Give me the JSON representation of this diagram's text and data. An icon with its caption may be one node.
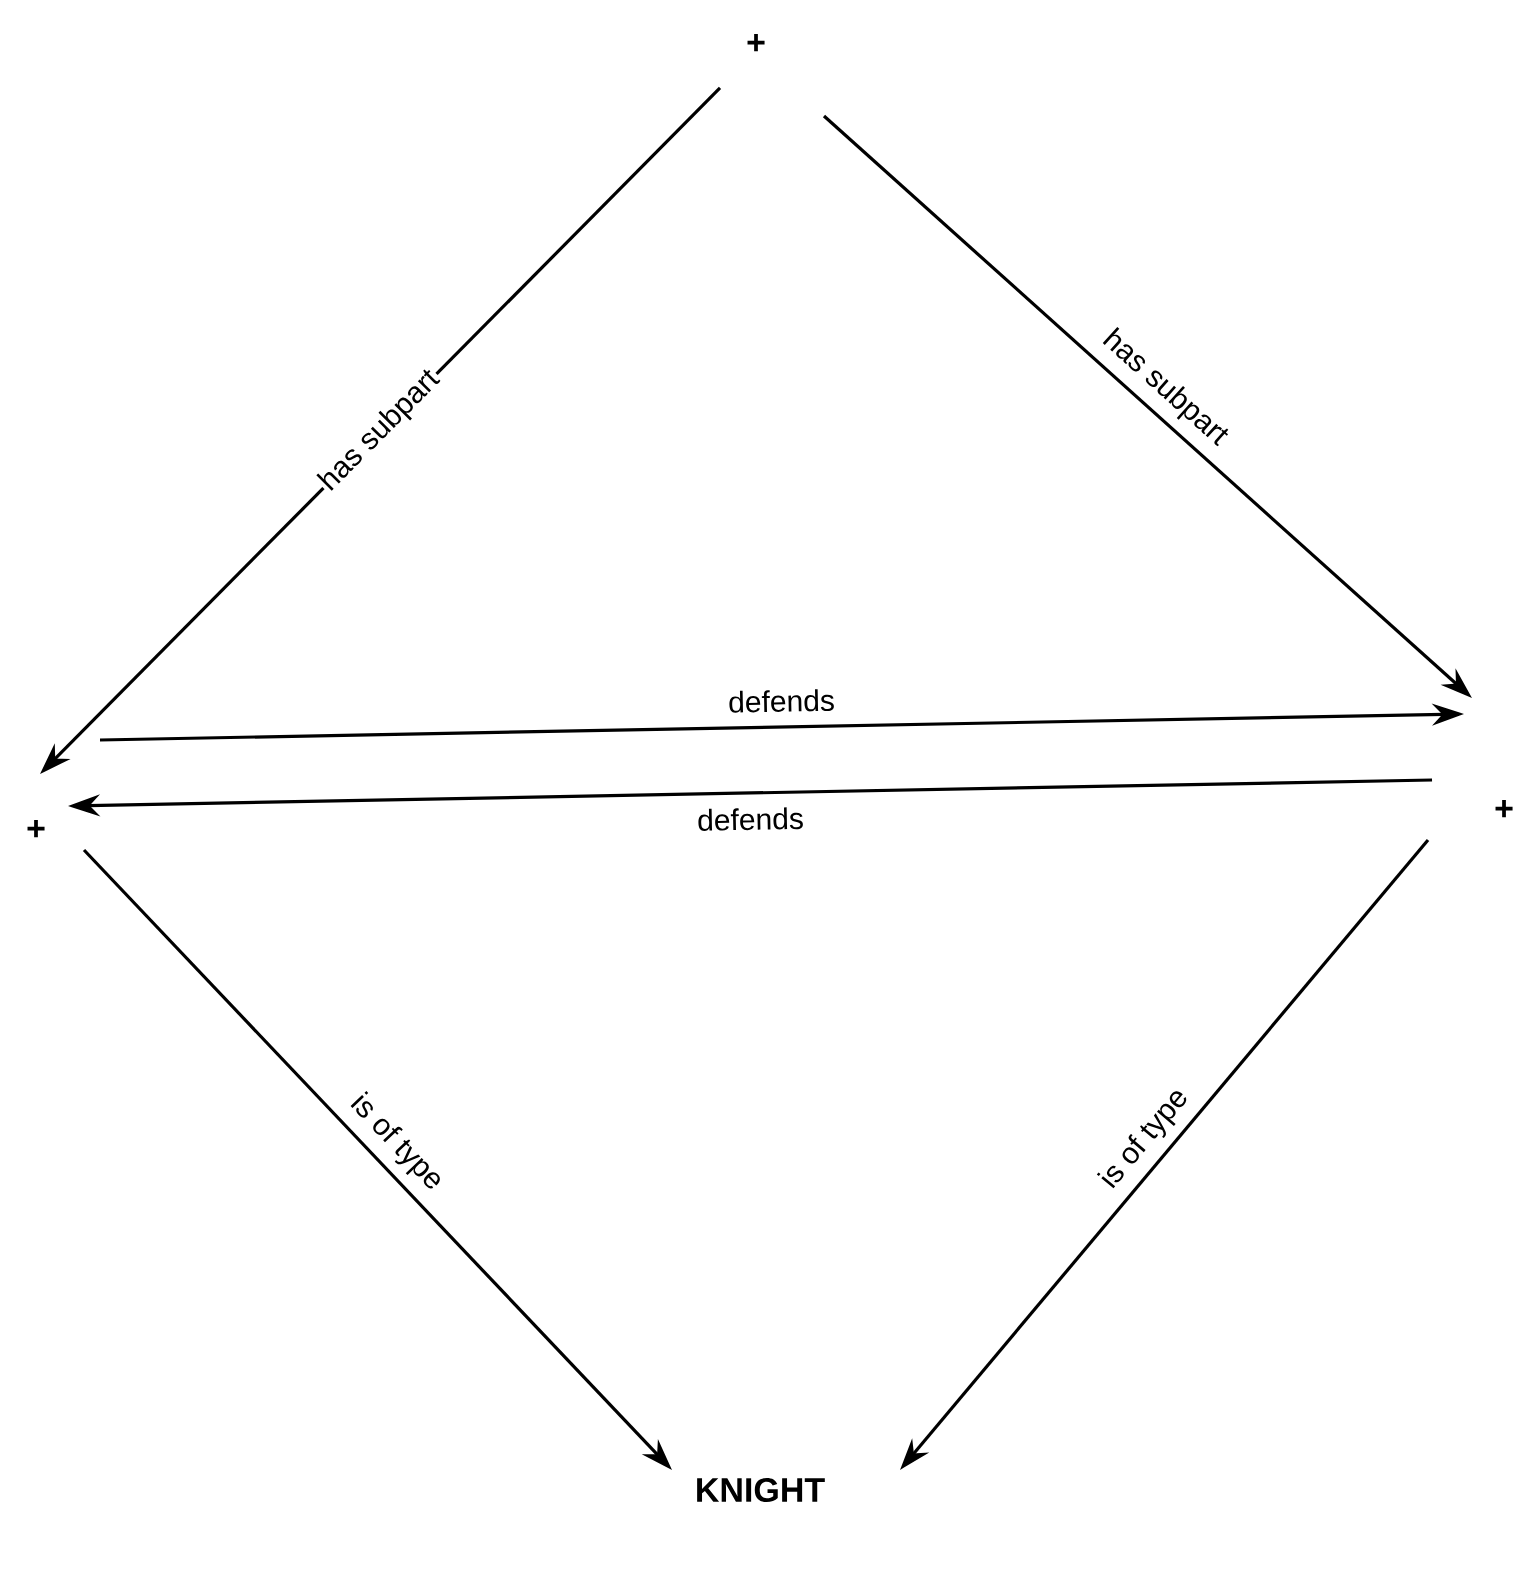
{
  "diagram": {
    "nodes": [
      {
        "text": [
          "+"
        ]
      },
      {
        "text": [
          "+"
        ]
      },
      {
        "text": [
          "+"
        ]
      },
      {
        "text": [
          "KNIGHT"
        ]
      }
    ],
    "edges": [
      {
        "from": 0,
        "to": 1,
        "arrow": "to",
        "label": "has subpart"
      },
      {
        "from": 0,
        "to": 2,
        "arrow": "to",
        "label": "has subpart"
      },
      {
        "from": 1,
        "to": 2,
        "arrow": "to",
        "label": "defends"
      },
      {
        "from": 2,
        "to": 1,
        "arrow": "to",
        "label": "defends"
      },
      {
        "from": 1,
        "to": 3,
        "arrow": "to",
        "label": "is of type"
      },
      {
        "from": 2,
        "to": 3,
        "arrow": "to",
        "label": "is of type"
      }
    ]
  }
}
